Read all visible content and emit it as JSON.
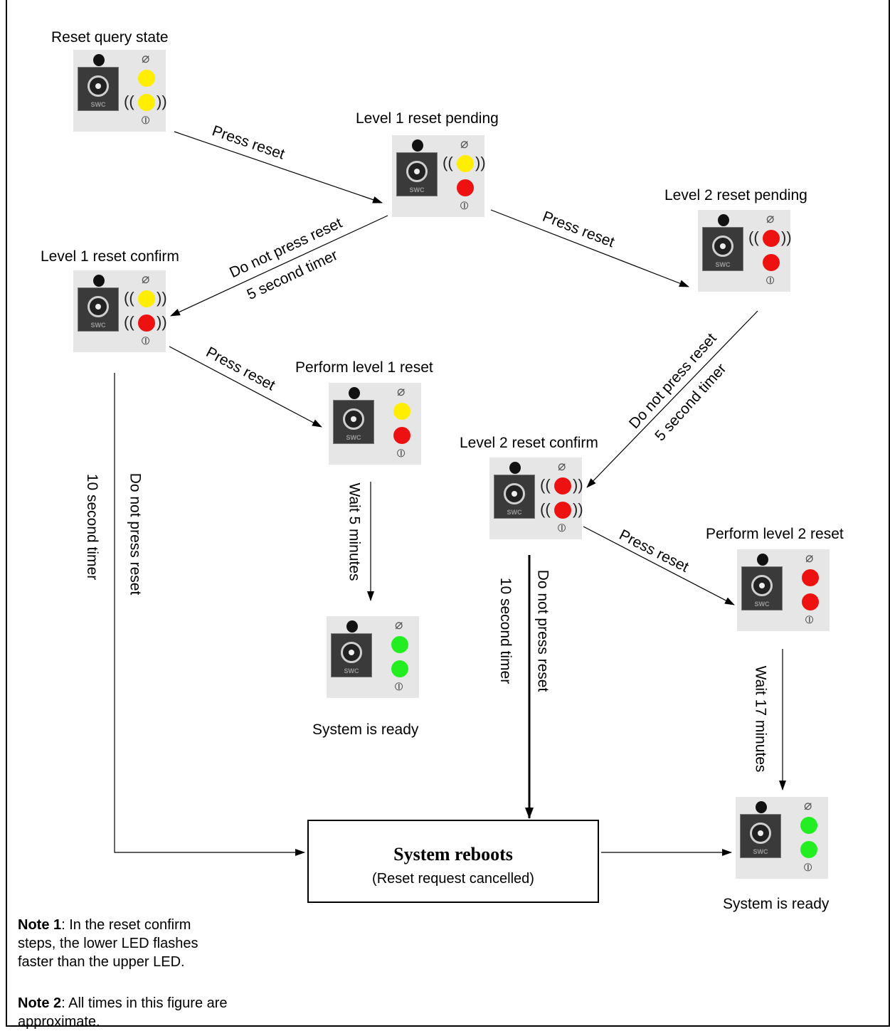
{
  "states": {
    "reset_query": {
      "title": "Reset query state",
      "led_top": "yellow",
      "led_bottom": "yellow",
      "flash_top": false,
      "flash_bottom": true
    },
    "level1_pending": {
      "title": "Level 1 reset pending",
      "led_top": "yellow",
      "led_bottom": "red",
      "flash_top": true,
      "flash_bottom": false
    },
    "level2_pending": {
      "title": "Level 2 reset pending",
      "led_top": "red",
      "led_bottom": "red",
      "flash_top": true,
      "flash_bottom": false
    },
    "level1_confirm": {
      "title": "Level 1 reset confirm",
      "led_top": "yellow",
      "led_bottom": "red",
      "flash_top": true,
      "flash_bottom": true
    },
    "perform_level1": {
      "title": "Perform level 1 reset",
      "led_top": "yellow",
      "led_bottom": "red",
      "flash_top": false,
      "flash_bottom": false
    },
    "level2_confirm": {
      "title": "Level 2 reset confirm",
      "led_top": "red",
      "led_bottom": "red",
      "flash_top": true,
      "flash_bottom": true
    },
    "perform_level2": {
      "title": "Perform level 2 reset",
      "led_top": "red",
      "led_bottom": "red",
      "flash_top": false,
      "flash_bottom": false
    },
    "ready1": {
      "title": "System is ready",
      "led_top": "green",
      "led_bottom": "green",
      "flash_top": false,
      "flash_bottom": false
    },
    "ready2": {
      "title": "System is ready",
      "led_top": "green",
      "led_bottom": "green",
      "flash_top": false,
      "flash_bottom": false
    }
  },
  "transitions": {
    "press_reset": "Press reset",
    "do_not_press_reset": "Do not press reset",
    "five_second_timer": "5 second timer",
    "ten_second_timer": "10 second timer",
    "wait_5_minutes": "Wait 5 minutes",
    "wait_17_minutes": "Wait 17 minutes"
  },
  "reboot": {
    "title": "System reboots",
    "subtitle": "(Reset request cancelled)"
  },
  "notes": {
    "note1_label": "Note 1",
    "note1_text": ": In the reset confirm steps, the lower LED flashes faster than the upper LED.",
    "note2_label": "Note 2",
    "note2_text": ": All times in this figure are approximate."
  },
  "panel": {
    "switch_label": "SWC",
    "flash_left": "((",
    "flash_right": "))"
  },
  "colors": {
    "yellow": "#ffee00",
    "red": "#ee1111",
    "green": "#22ee22"
  }
}
